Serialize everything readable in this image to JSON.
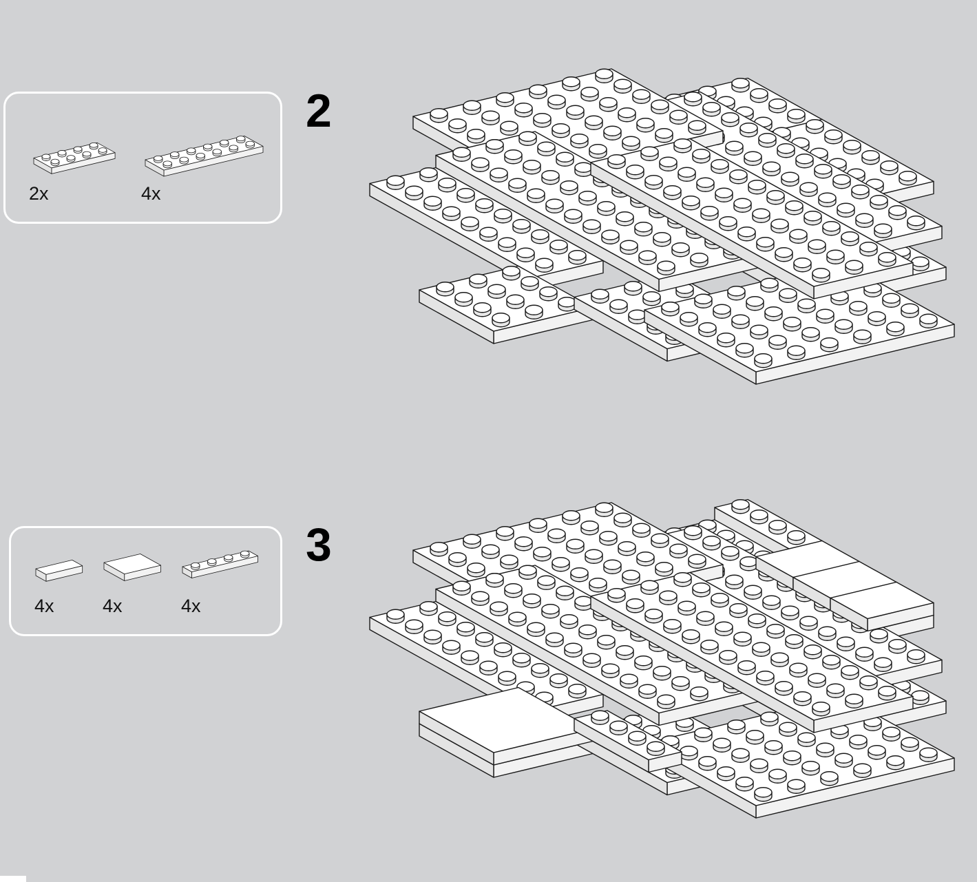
{
  "steps": [
    {
      "number": "2",
      "parts": [
        {
          "name": "plate-2x4",
          "quantity": "2x"
        },
        {
          "name": "plate-2x6",
          "quantity": "4x"
        }
      ]
    },
    {
      "number": "3",
      "parts": [
        {
          "name": "tile-1x2",
          "quantity": "4x"
        },
        {
          "name": "tile-2x2",
          "quantity": "4x"
        },
        {
          "name": "plate-1x4",
          "quantity": "4x"
        }
      ]
    }
  ],
  "colors": {
    "background": "#d1d2d4",
    "brick": "#ffffff",
    "outline": "#1a1a1a",
    "box_border": "#ffffff"
  }
}
